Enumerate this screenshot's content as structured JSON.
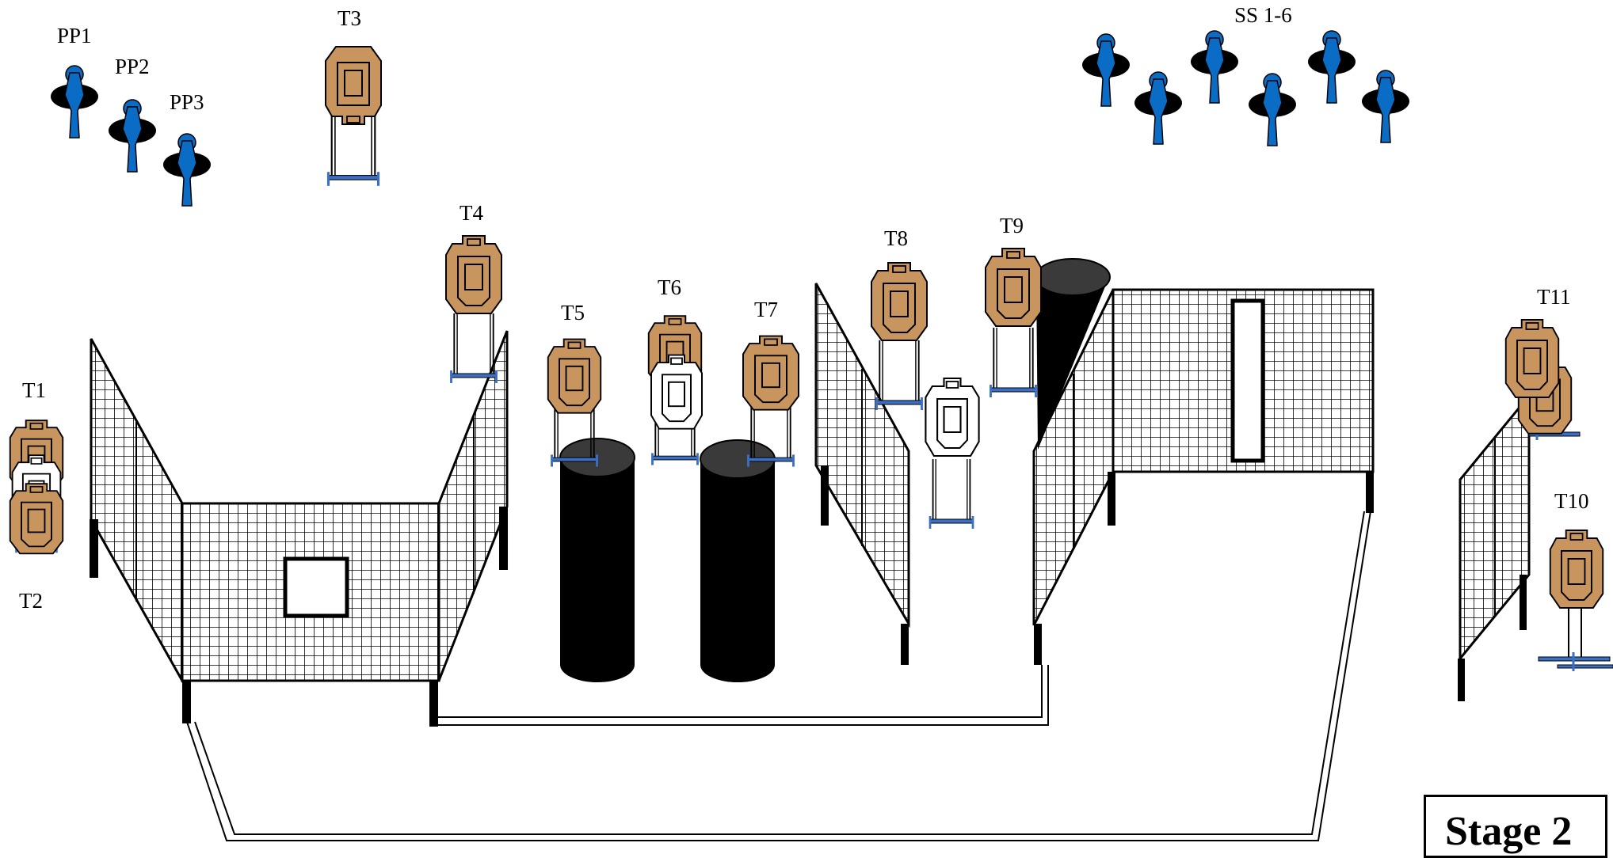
{
  "stage_title": "Stage 2",
  "targets": {
    "t1": "T1",
    "t2": "T2",
    "t3": "T3",
    "t4": "T4",
    "t5": "T5",
    "t6": "T6",
    "t7": "T7",
    "t8": "T8",
    "t9": "T9",
    "t10": "T10",
    "t11": "T11"
  },
  "poppers": {
    "pp1": "PP1",
    "pp2": "PP2",
    "pp3": "PP3"
  },
  "steel": {
    "ss": "SS 1-6"
  },
  "colors": {
    "paper_target": "#c8955e",
    "no_shoot": "#ffffff",
    "steel": "#0a6cc4",
    "stand": "#3a6fc4",
    "barrel": "#000000",
    "barrel_top": "#3a3a3a",
    "outline": "#000000"
  }
}
